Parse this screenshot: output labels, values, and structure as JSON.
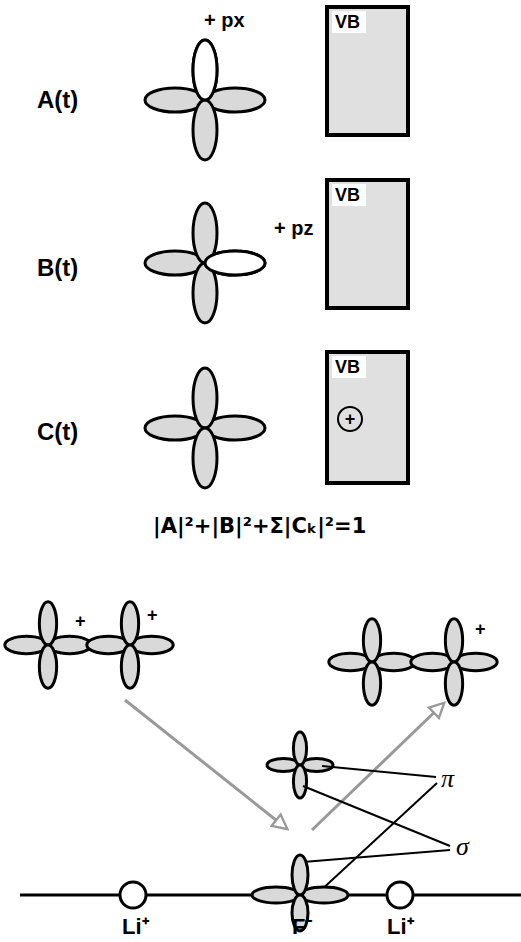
{
  "diagram": {
    "nodes": [
      {
        "text": [
          "VB"
        ]
      },
      {
        "text": [
          "VB"
        ]
      },
      {
        "text": [
          "VB"
        ]
      },
      {
        "text": [
          "+"
        ],
        "in": 2
      }
    ],
    "labels": [
      "A(t)",
      "+ px",
      "B(t)",
      "+ pz",
      "C(t)",
      "|A|²+|B|²+Σ|Cₖ|²=1",
      "+",
      "+",
      "+",
      "π",
      "σ",
      "Li⁺",
      "F⁻",
      "Li⁺"
    ]
  }
}
